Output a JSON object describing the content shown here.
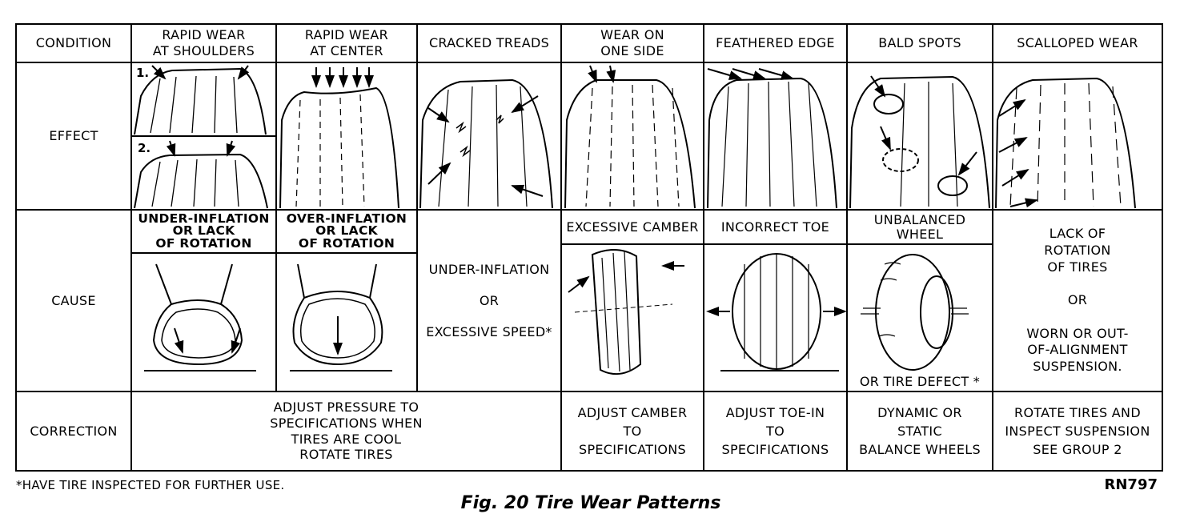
{
  "row_labels": {
    "condition": "CONDITION",
    "effect": "EFFECT",
    "cause": "CAUSE",
    "correction": "CORRECTION"
  },
  "conditions": [
    "RAPID WEAR\nAT  SHOULDERS",
    "RAPID WEAR\nAT CENTER",
    "CRACKED TREADS",
    "WEAR ON\nONE SIDE",
    "FEATHERED EDGE",
    "BALD SPOTS",
    "SCALLOPED   WEAR"
  ],
  "effect_markers": [
    "1.",
    "2."
  ],
  "causes": {
    "shoulders": "UNDER-INFLATION\nOR LACK\nOF ROTATION",
    "center": "OVER-INFLATION\nOR LACK\nOF ROTATION",
    "cracked": "UNDER-INFLATION\n\nOR\n\nEXCESSIVE SPEED*",
    "one_side": "EXCESSIVE CAMBER",
    "feathered": "INCORRECT TOE",
    "bald": "UNBALANCED\nWHEEL",
    "bald_extra": "OR  TIRE  DEFECT *",
    "scalloped": "LACK   OF\nROTATION\nOF    TIRES\n\nOR\n\nWORN OR  OUT-\nOF-ALIGNMENT\nSUSPENSION."
  },
  "corrections": {
    "pressure": "ADJUST PRESSURE TO\nSPECIFICATIONS WHEN\nTIRES ARE COOL\n      ROTATE TIRES",
    "camber": "ADJUST CAMBER\nTO\nSPECIFICATIONS",
    "toe": "ADJUST TOE-IN\nTO\nSPECIFICATIONS",
    "balance": "DYNAMIC OR\nSTATIC\nBALANCE WHEELS",
    "rotate": "ROTATE TIRES AND\nINSPECT SUSPENSION\nSEE GROUP 2"
  },
  "footnote": "*HAVE TIRE INSPECTED FOR FURTHER USE.",
  "figure_code": "RN797",
  "caption": "Fig. 20 Tire Wear Patterns"
}
